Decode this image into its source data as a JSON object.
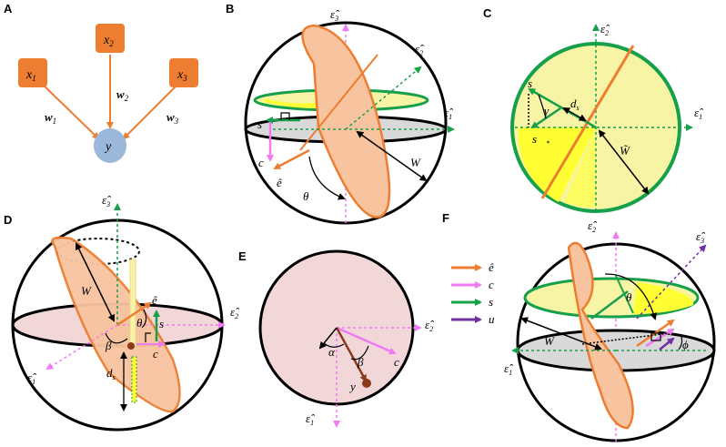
{
  "colors": {
    "orange": "#ED7D31",
    "orange_fill": "#F8C4A0",
    "node_blue": "#9BB7D9",
    "pink_disc": "#F2D7D9",
    "gray_disc": "#D9D9D9",
    "green": "#17A04A",
    "magenta": "#EE7BF2",
    "purple": "#7030A0",
    "yellow": "#FFFF33",
    "pale_yellow": "#F8F4A6",
    "brown": "#8B3A1A"
  },
  "panels": {
    "A": {
      "label": "A",
      "nodes": {
        "x1": "x",
        "x1_sub": "1",
        "x2": "x",
        "x2_sub": "2",
        "x3": "x",
        "x3_sub": "3",
        "y": "y"
      },
      "weights": {
        "w1": "w",
        "w1_sub": "1",
        "w2": "w",
        "w2_sub": "2",
        "w3": "w",
        "w3_sub": "3"
      }
    },
    "B": {
      "label": "B",
      "axis_e3": "ε̂",
      "axis_e3_sub": "3",
      "axis_e2": "ε̂",
      "axis_e2_sub": "2",
      "axis_e1": "ε̂",
      "axis_e1_sub": "1",
      "vec_s": "s⃗",
      "vec_c": "c⃗",
      "vec_e": "ê",
      "radius": "W",
      "angle": "θ"
    },
    "C": {
      "label": "C",
      "axis_e2": "ε̂",
      "axis_e2_sub": "2",
      "axis_e1": "ε̂",
      "axis_e1_sub": "1",
      "vec_s": "s⃗",
      "vec_s_star": "s⃗",
      "vec_s_star_sub": "*",
      "gamma": "γ",
      "dist": "d",
      "dist_sub": "s",
      "radius": "W̃"
    },
    "D": {
      "label": "D",
      "axis_e3": "ε̂",
      "axis_e3_sub": "3",
      "axis_e2": "ε̂",
      "axis_e2_sub": "2",
      "axis_e1": "ε̂",
      "axis_e1_sub": "1",
      "radius": "W",
      "vec_e": "ê",
      "vec_s": "s⃗",
      "vec_c": "c⃗",
      "theta": "θ",
      "beta": "β",
      "dist": "d",
      "dist_sub": "s"
    },
    "E": {
      "label": "E",
      "axis_e2": "ε̂",
      "axis_e2_sub": "2",
      "axis_e1": "ε̂",
      "axis_e1_sub": "1",
      "alpha": "α",
      "beta": "β",
      "vec_c": "c⃗",
      "vec_y": "y⃗"
    },
    "F": {
      "label": "F",
      "legend": [
        {
          "symbol": "ê",
          "color": "#ED7D31"
        },
        {
          "symbol": "c⃗",
          "color": "#EE7BF2"
        },
        {
          "symbol": "s⃗",
          "color": "#17A04A"
        },
        {
          "symbol": "u⃗",
          "color": "#7030A0"
        }
      ],
      "axis_e2": "ε̂",
      "axis_e2_sub": "2",
      "axis_e3": "ε̂",
      "axis_e3_sub": "3",
      "axis_e1": "ε̂",
      "axis_e1_sub": "1",
      "radius": "W",
      "theta": "θ",
      "phi": "ϕ"
    }
  }
}
